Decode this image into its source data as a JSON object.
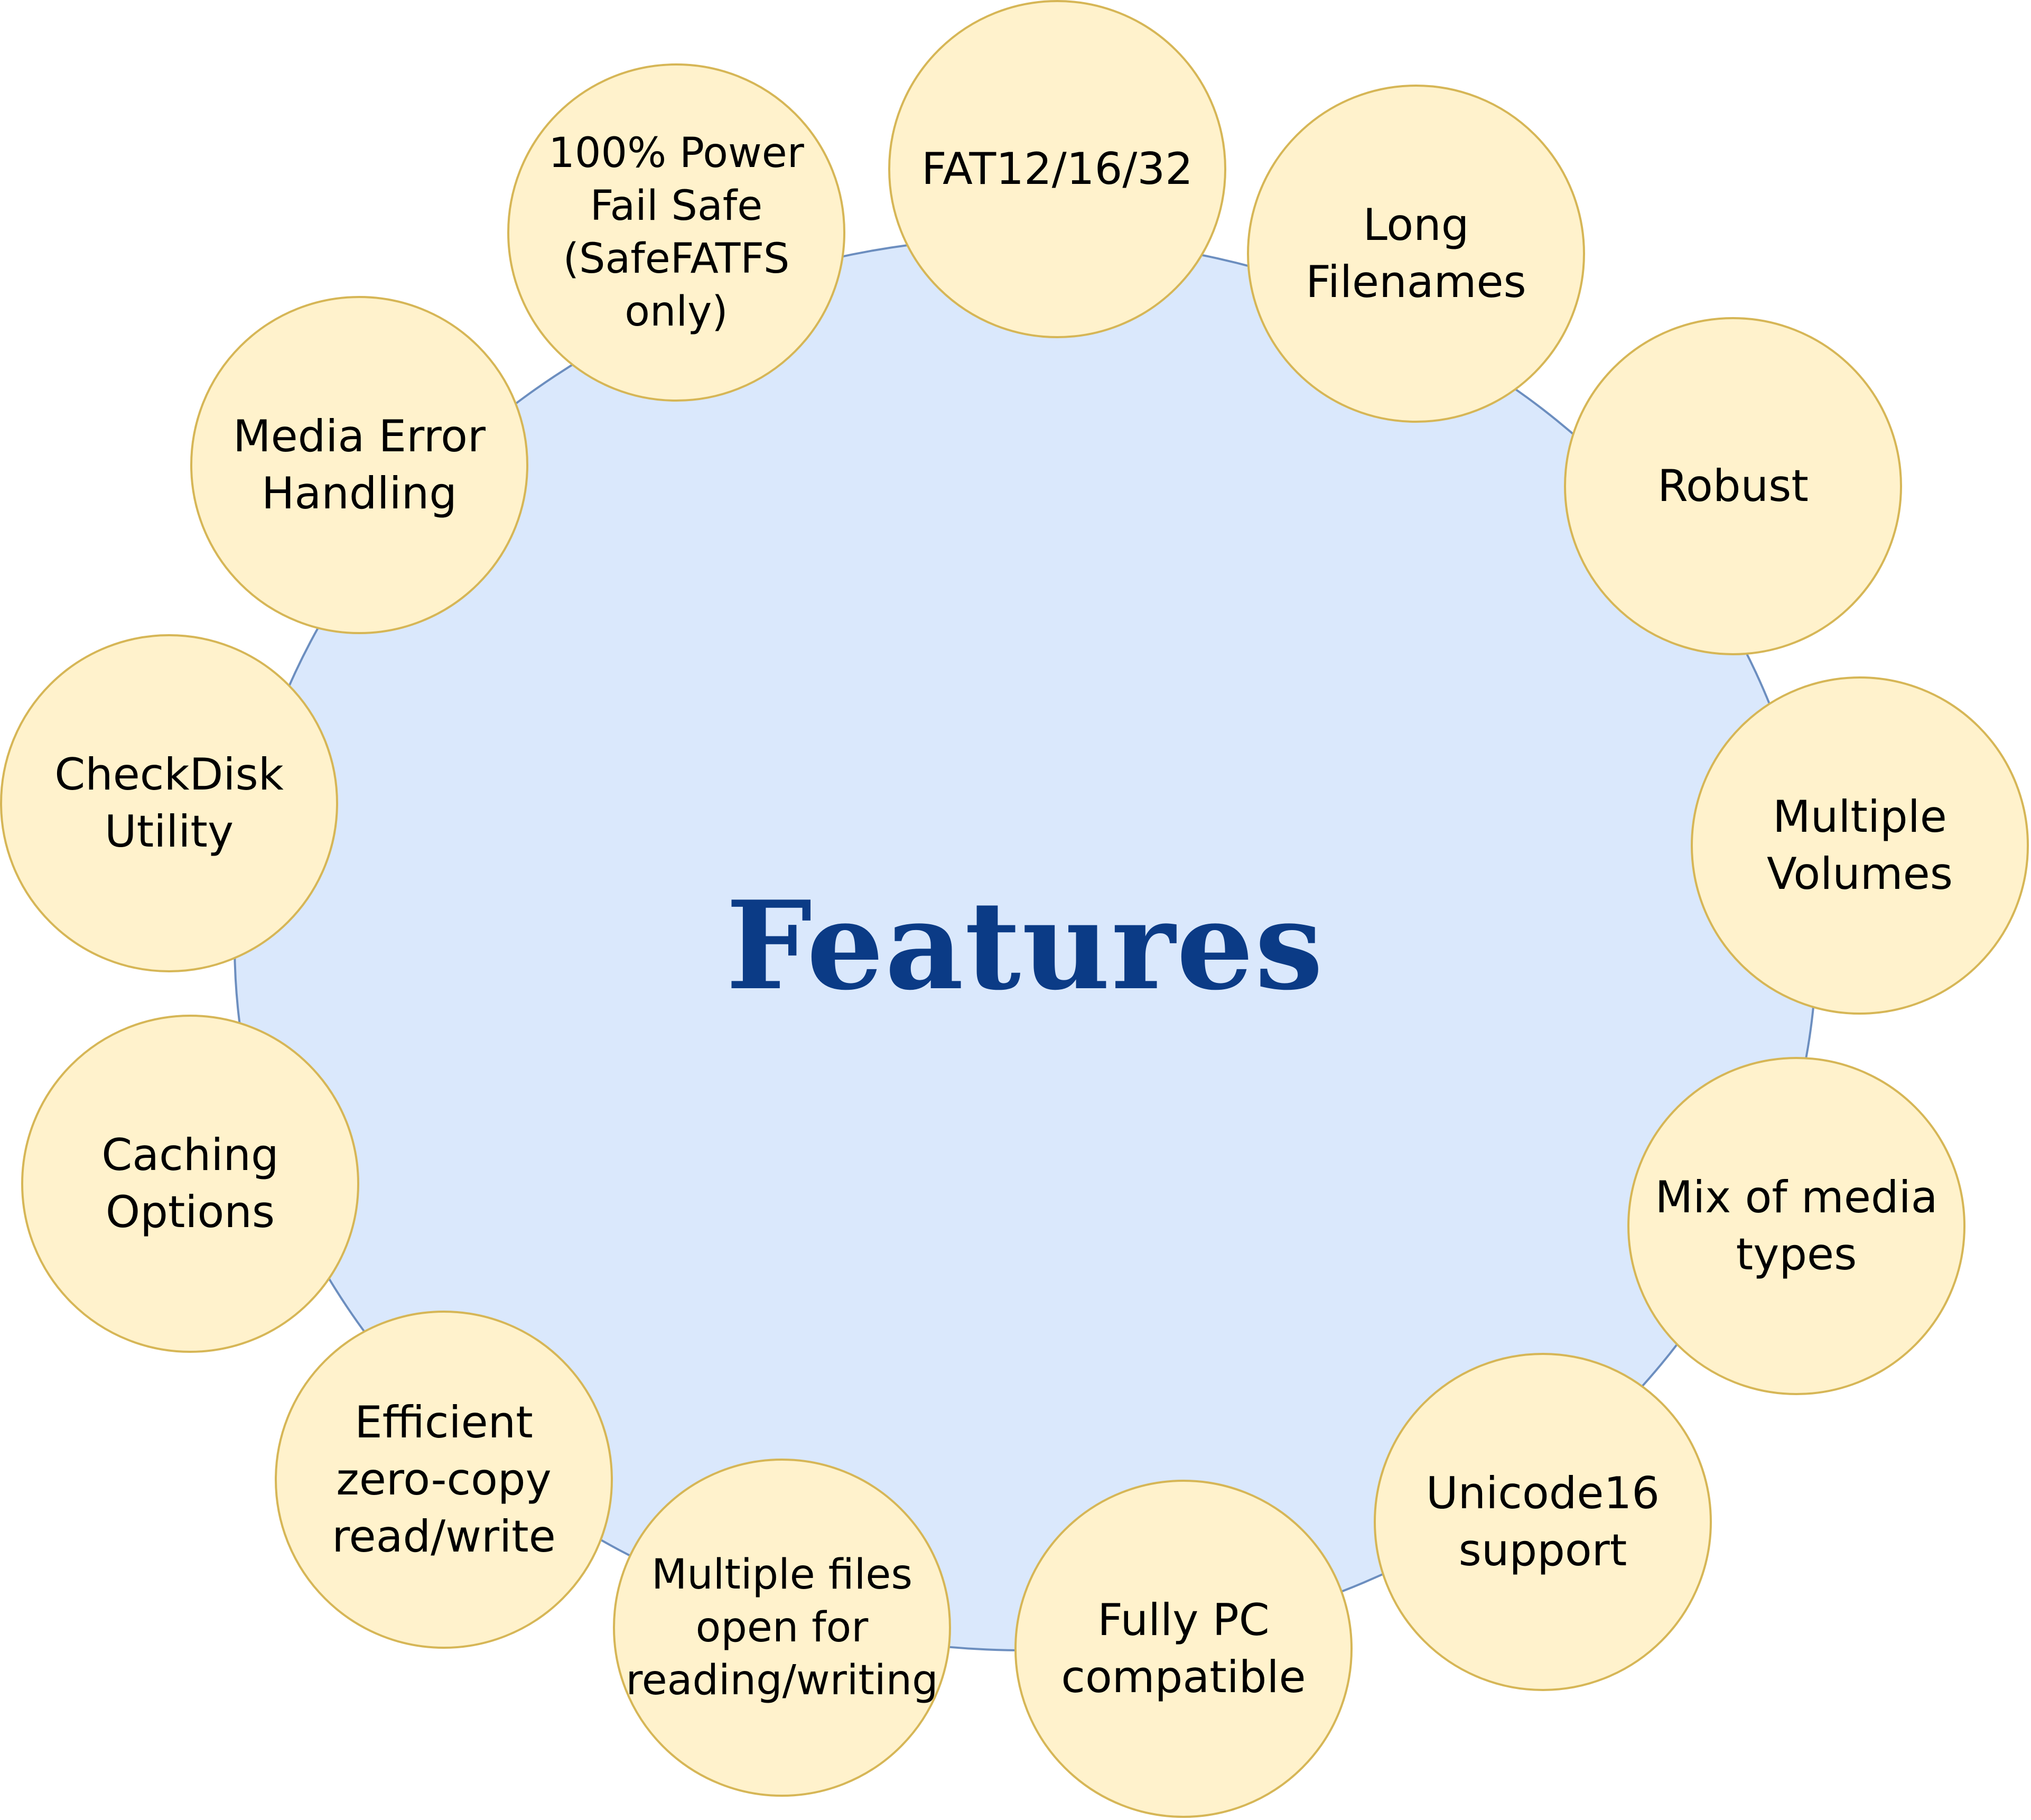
{
  "diagram": {
    "title": "Features",
    "nodes": [
      {
        "id": "fat",
        "label": "FAT12/16/32"
      },
      {
        "id": "long",
        "label": "Long\nFilenames"
      },
      {
        "id": "robust",
        "label": "Robust"
      },
      {
        "id": "multivol",
        "label": "Multiple\nVolumes"
      },
      {
        "id": "mixmedia",
        "label": "Mix of media\ntypes"
      },
      {
        "id": "unicode",
        "label": "Unicode16\nsupport"
      },
      {
        "id": "fullypc",
        "label": "Fully PC\ncompatible"
      },
      {
        "id": "multifiles",
        "label": "Multiple files\nopen for\nreading/writing"
      },
      {
        "id": "efficient",
        "label": "Efficient\nzero-copy\nread/write"
      },
      {
        "id": "caching",
        "label": "Caching\nOptions"
      },
      {
        "id": "checkdisk",
        "label": "CheckDisk\nUtility"
      },
      {
        "id": "mediaerr",
        "label": "Media Error\nHandling"
      },
      {
        "id": "powerfail",
        "label": "100% Power\nFail Safe\n(SafeFATFS\nonly)"
      }
    ],
    "colors": {
      "center_fill": "#dae8fc",
      "center_stroke": "#6c8ebf",
      "title_color": "#0b3b86",
      "node_fill": "#fff2cc",
      "node_stroke": "#d6b656"
    }
  }
}
